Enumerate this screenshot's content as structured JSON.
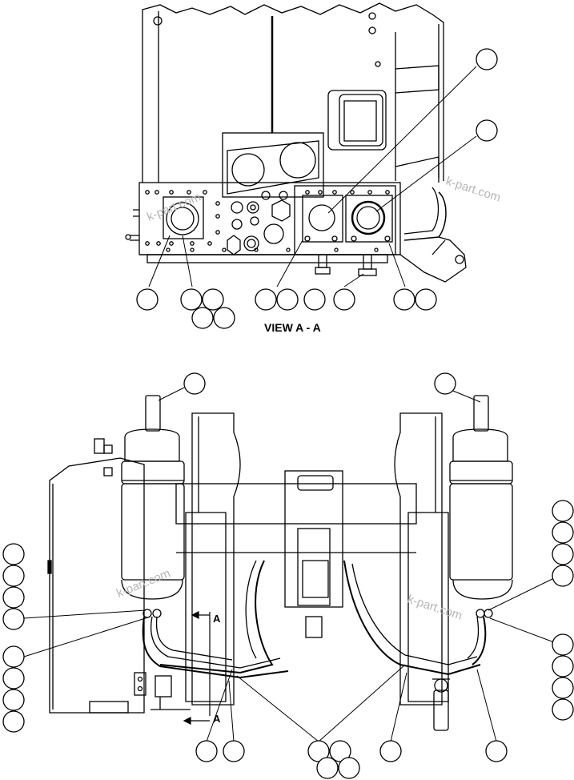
{
  "view_label": "VIEW A - A",
  "section_marker": "A",
  "watermark": "k-part.com",
  "callouts_top": [
    "",
    "",
    "",
    "",
    "",
    "",
    "",
    "",
    "",
    "",
    "",
    "",
    "",
    ""
  ],
  "callouts_bottom": [
    "",
    "",
    "",
    "",
    "",
    "",
    "",
    "",
    "",
    "",
    "",
    "",
    "",
    "",
    "",
    "",
    "",
    "",
    "",
    "",
    "",
    "",
    "",
    "",
    "",
    ""
  ],
  "colors": {
    "line": "#000000",
    "background": "#ffffff",
    "watermark": "#b5b5b5"
  }
}
